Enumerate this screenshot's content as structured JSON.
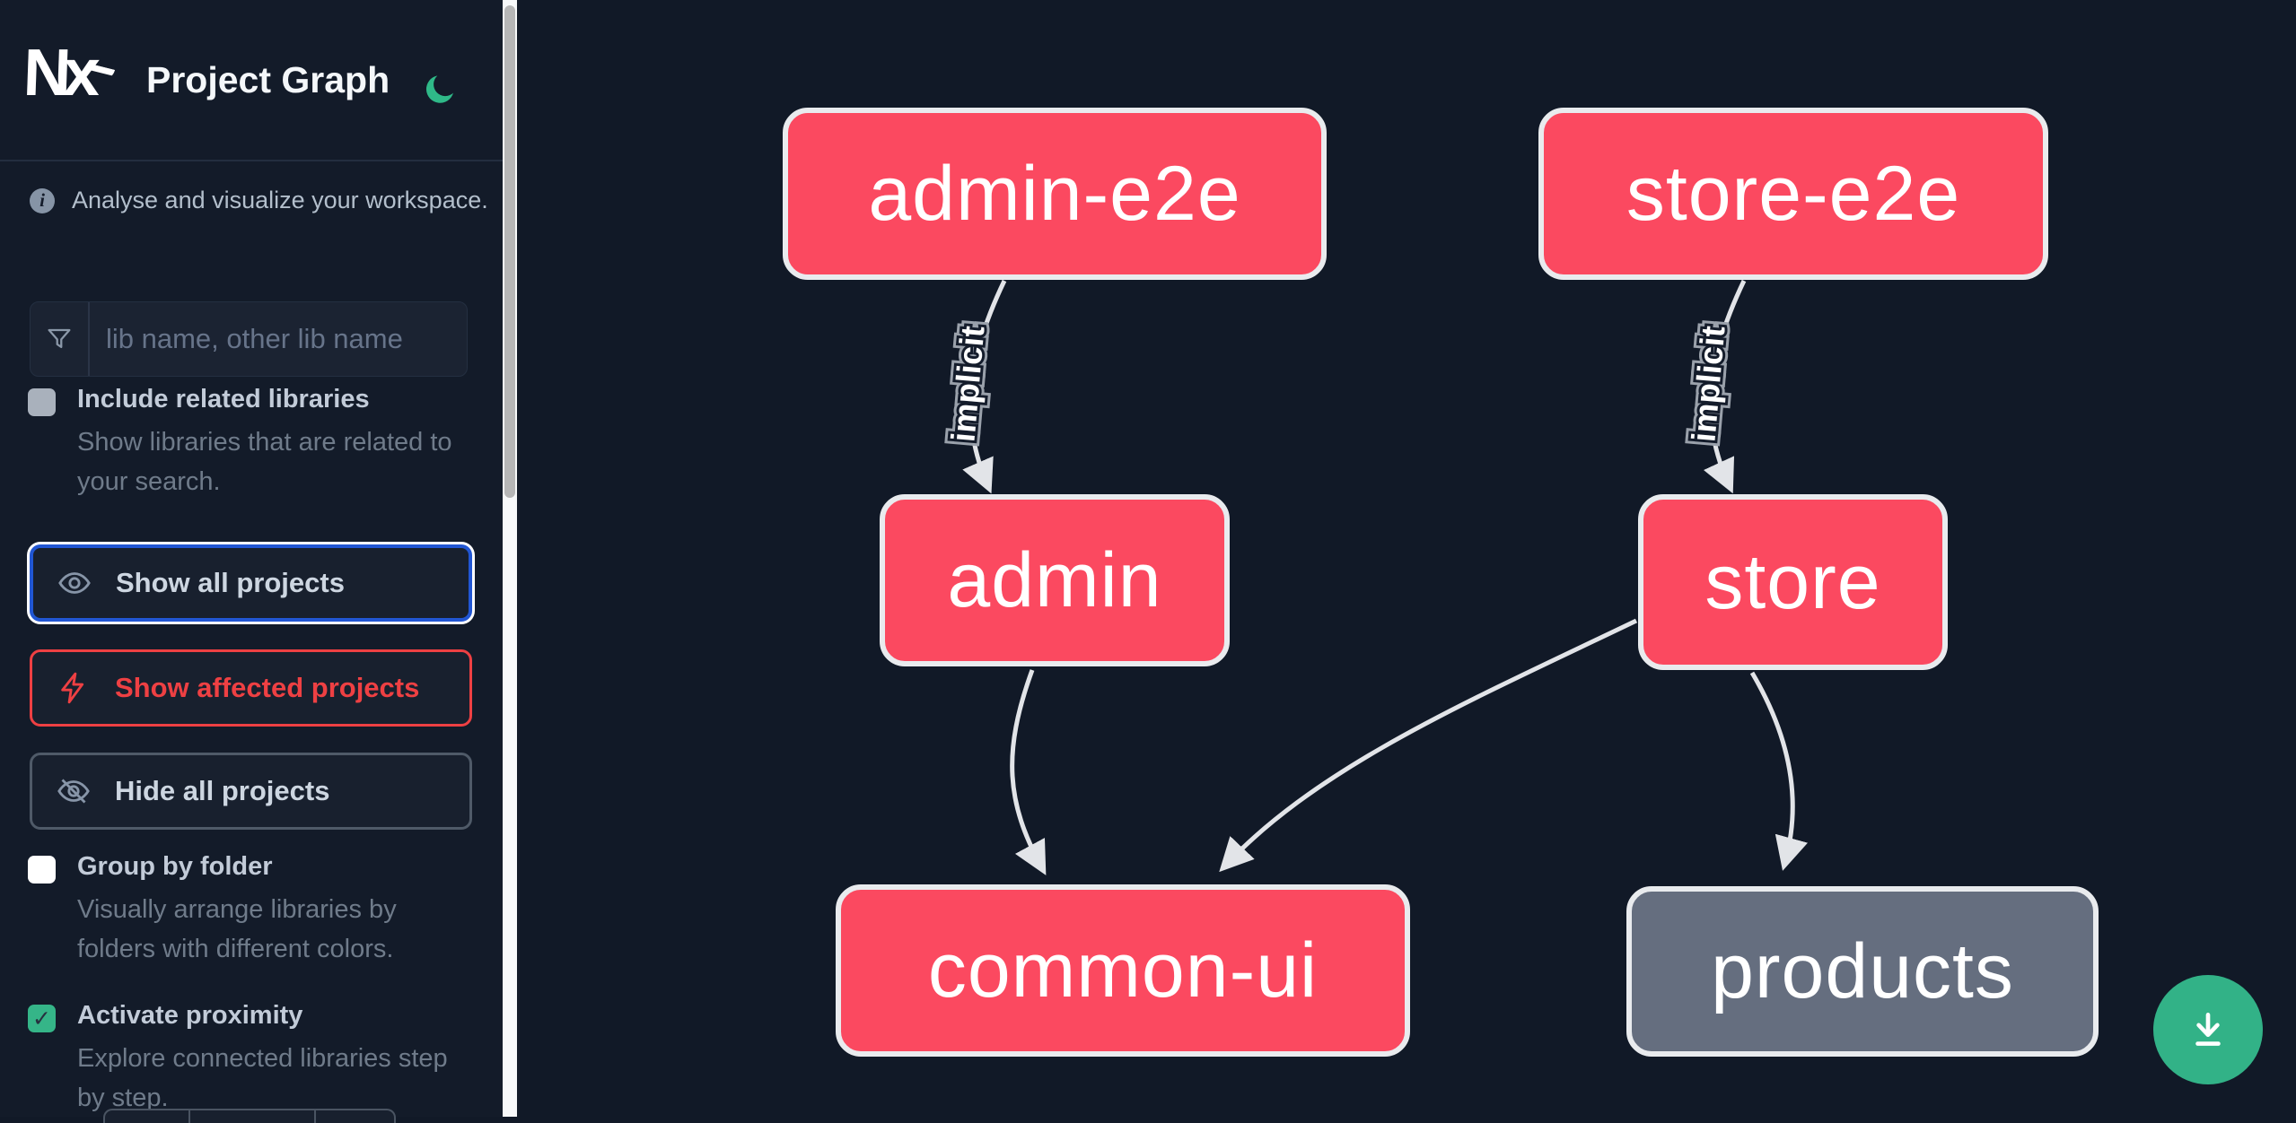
{
  "header": {
    "logo_text": "Nx",
    "title": "Project Graph",
    "theme_toggle_icon": "moon"
  },
  "sidebar": {
    "info_glyph": "i",
    "tagline": "Analyse and visualize your workspace.",
    "search": {
      "icon": "funnel-icon",
      "placeholder": "lib name, other lib name",
      "value": ""
    },
    "include_related": {
      "label": "Include related libraries",
      "description": "Show libraries that are related to your search.",
      "checked": false
    },
    "actions": [
      {
        "label": "Show all projects",
        "icon": "eye-icon",
        "state": "focused"
      },
      {
        "label": "Show affected projects",
        "icon": "bolt-icon",
        "state": "affected"
      },
      {
        "label": "Hide all projects",
        "icon": "eye-off-icon",
        "state": "default"
      }
    ],
    "group_by_folder": {
      "label": "Group by folder",
      "description": "Visually arrange libraries by folders with different colors.",
      "checked": false
    },
    "activate_proximity": {
      "label": "Activate proximity",
      "description": "Explore connected libraries step by step.",
      "checked": true,
      "check_glyph": "✓"
    }
  },
  "graph": {
    "type": "node-link-diagram",
    "nodes": [
      {
        "id": "admin-e2e",
        "label": "admin-e2e",
        "color": "#fb4960"
      },
      {
        "id": "store-e2e",
        "label": "store-e2e",
        "color": "#fb4960"
      },
      {
        "id": "admin",
        "label": "admin",
        "color": "#fb4960"
      },
      {
        "id": "store",
        "label": "store",
        "color": "#fb4960"
      },
      {
        "id": "common-ui",
        "label": "common-ui",
        "color": "#fb4960"
      },
      {
        "id": "products",
        "label": "products",
        "color": "#656e7f"
      }
    ],
    "edges": [
      {
        "source": "admin-e2e",
        "target": "admin",
        "label": "implicit"
      },
      {
        "source": "store-e2e",
        "target": "store",
        "label": "implicit"
      },
      {
        "source": "admin",
        "target": "common-ui",
        "label": ""
      },
      {
        "source": "store",
        "target": "common-ui",
        "label": ""
      },
      {
        "source": "store",
        "target": "products",
        "label": ""
      }
    ]
  },
  "fab": {
    "icon": "download-icon"
  },
  "colors": {
    "background": "#111927",
    "node_pink": "#fb4960",
    "node_gray": "#656e7f",
    "node_border": "#e9ebee",
    "edge": "#e2e4e8",
    "accent_green": "#32b287",
    "focus_blue": "#2156d3",
    "affected_red": "#ee4043"
  }
}
